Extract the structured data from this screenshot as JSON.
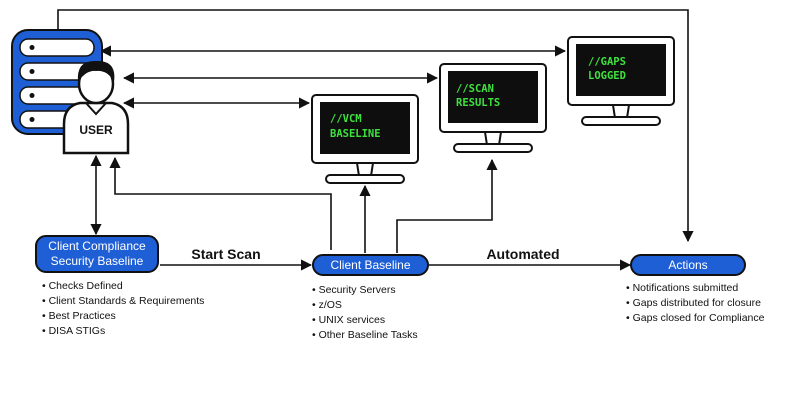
{
  "user_label": "USER",
  "monitors": [
    {
      "line1": "//VCM",
      "line2": "BASELINE"
    },
    {
      "line1": "//SCAN",
      "line2": "RESULTS"
    },
    {
      "line1": "//GAPS",
      "line2": "LOGGED"
    }
  ],
  "nodes": {
    "client_compliance": {
      "line1": "Client Compliance",
      "line2": "Security Baseline"
    },
    "client_baseline": {
      "label": "Client Baseline"
    },
    "actions": {
      "label": "Actions"
    }
  },
  "edge_labels": {
    "start_scan": "Start Scan",
    "automated": "Automated"
  },
  "lists": {
    "compliance": [
      "Checks Defined",
      "Client Standards  & Requirements",
      "Best Practices",
      "DISA STIGs"
    ],
    "baseline": [
      "Security Servers",
      "z/OS",
      "UNIX services",
      "Other Baseline Tasks"
    ],
    "actions": [
      "Notifications submitted",
      "Gaps distributed for closure",
      "Gaps closed for Compliance"
    ]
  },
  "colors": {
    "accent": "#1f5fd6",
    "screen_text": "#3ee23e",
    "outline": "#111111"
  }
}
